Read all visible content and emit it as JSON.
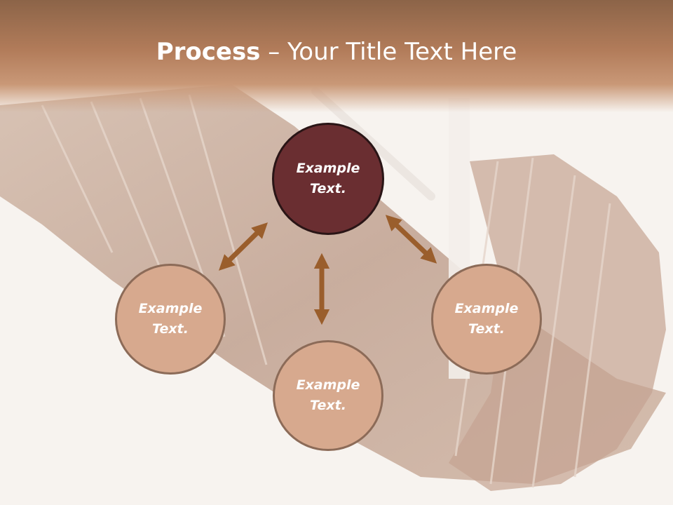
{
  "title": {
    "bold": "Process",
    "rest": " – Your Title Text Here"
  },
  "nodes": {
    "top": {
      "line1": "Example",
      "line2": "Text."
    },
    "left": {
      "line1": "Example",
      "line2": "Text."
    },
    "right": {
      "line1": "Example",
      "line2": "Text."
    },
    "bottom": {
      "line1": "Example",
      "line2": "Text."
    }
  },
  "colors": {
    "header": "#b27c5a",
    "main_node": "#6a2e31",
    "secondary_node": "#d7a98e",
    "arrow": "#9a5e2c"
  }
}
